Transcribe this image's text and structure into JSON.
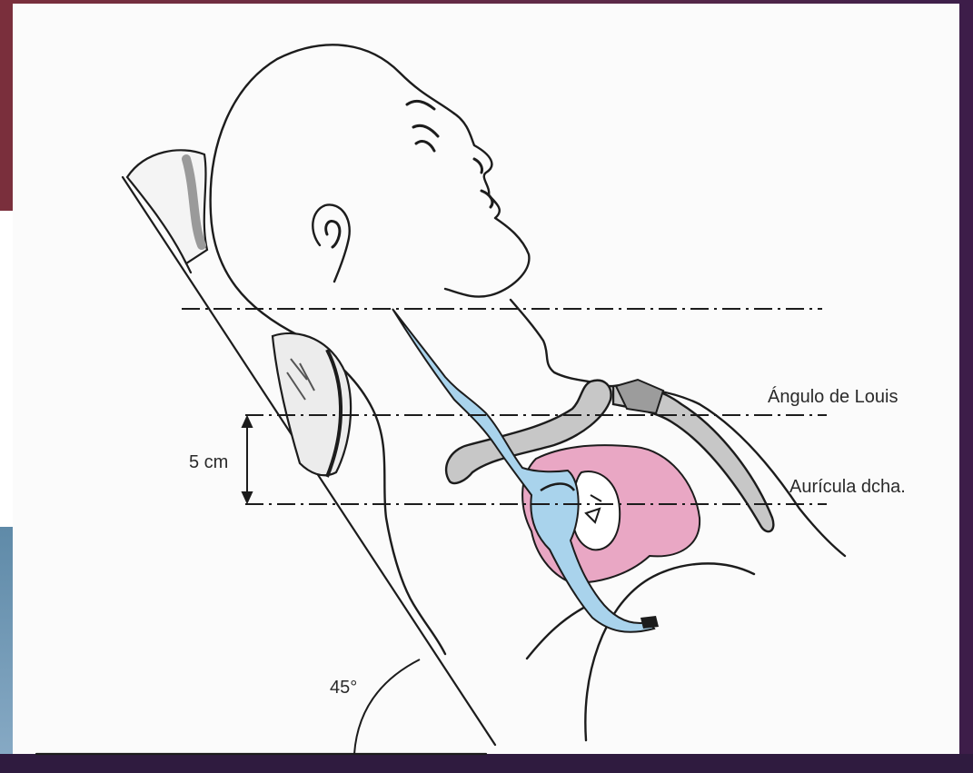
{
  "labels": {
    "angle_louis": "Ángulo de Louis",
    "right_atrium": "Aurícula dcha.",
    "distance": "5 cm",
    "angle": "45°"
  },
  "colors": {
    "jugular_vein": "#a9d3ec",
    "atrium": "#e9a7c4",
    "bone": "#c7c7c7",
    "outline": "#1c1c1c",
    "background_maroon": "#7a2f3c",
    "background_purple": "#3d1d49"
  }
}
